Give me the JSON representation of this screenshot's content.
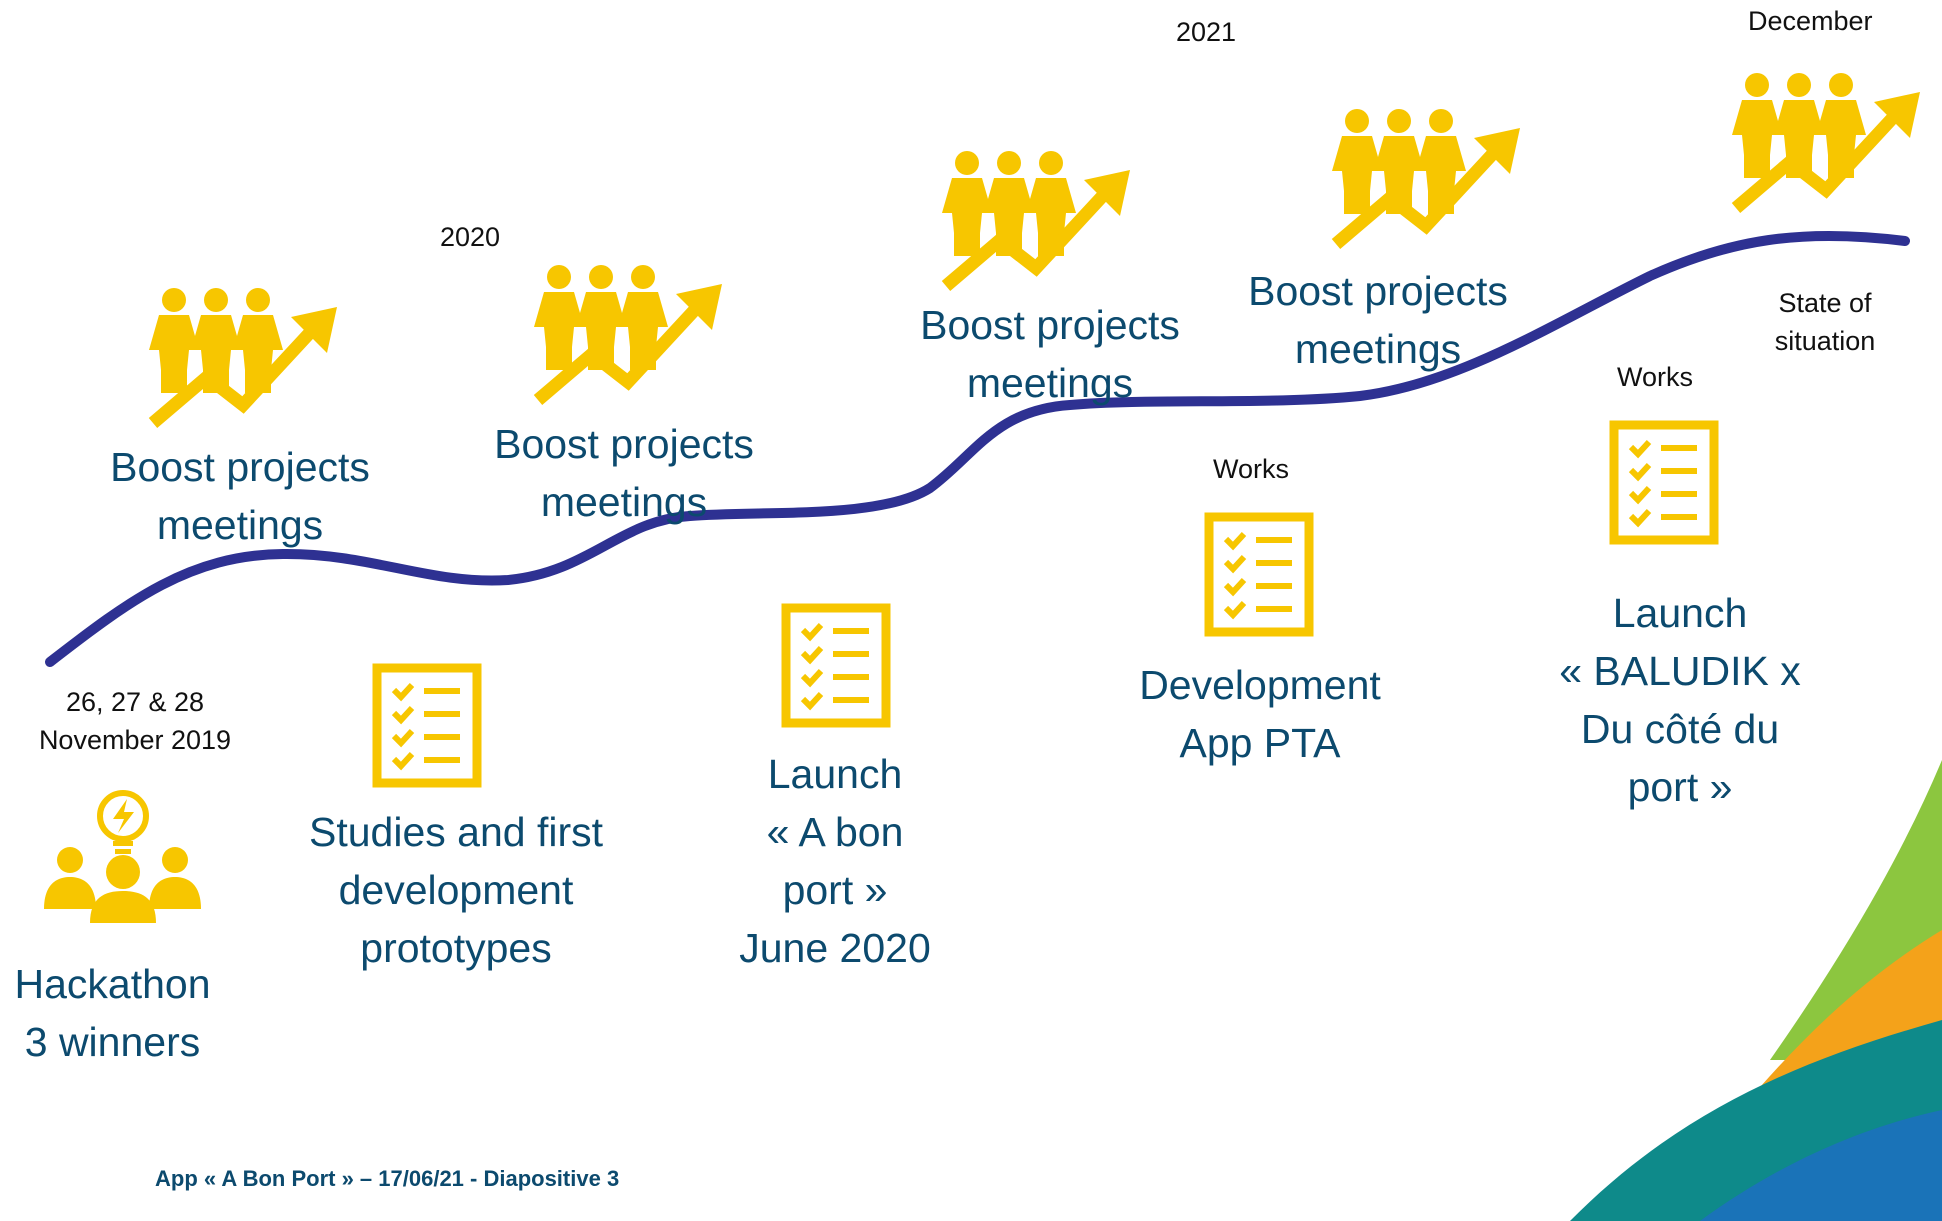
{
  "colors": {
    "curve": "#2e3192",
    "icon": "#f7c600",
    "text_blue": "#0c4a6e",
    "text_black": "#111111"
  },
  "years": {
    "y2020": "2020",
    "y2021": "2021",
    "december": "December"
  },
  "start_date": [
    "26, 27 & 28",
    "November 2019"
  ],
  "hackathon": [
    "Hackathon",
    "3 winners"
  ],
  "boost_label": [
    "Boost projects",
    "meetings"
  ],
  "studies": [
    "Studies and first",
    "development",
    "prototypes"
  ],
  "launch_abp": [
    "Launch",
    "« A bon",
    "port »",
    "June 2020"
  ],
  "works_label": "Works",
  "dev_pta": [
    "Development",
    "App PTA"
  ],
  "launch_baludik": [
    "Launch",
    "« BALUDIK  x",
    "Du côté du",
    "port »"
  ],
  "state": [
    "State of",
    "situation"
  ],
  "footer": "App « A Bon Port » – 17/06/21 - Diapositive 3",
  "icons": {
    "team": "team-growth-icon",
    "checklist": "checklist-icon",
    "hackathon": "idea-team-icon"
  }
}
